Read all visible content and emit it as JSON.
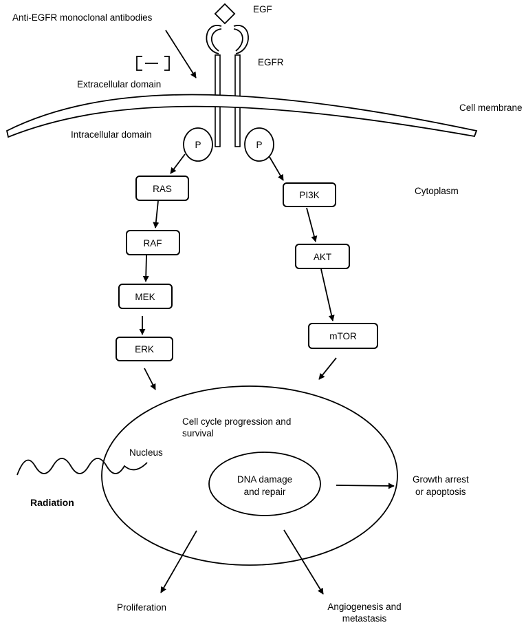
{
  "labels": {
    "egf": "EGF",
    "anti_egfr": "Anti-EGFR monoclonal antibodies",
    "egfr": "EGFR",
    "extracellular": "Extracellular domain",
    "cell_membrane": "Cell membrane",
    "intracellular": "Intracellular domain",
    "cytoplasm": "Cytoplasm",
    "nucleus": "Nucleus",
    "radiation": "Radiation",
    "cell_cycle_line1": "Cell cycle progression and",
    "cell_cycle_line2": "survival",
    "dna_line1": "DNA damage",
    "dna_line2": "and repair",
    "growth_line1": "Growth arrest",
    "growth_line2": "or apoptosis",
    "proliferation": "Proliferation",
    "angio_line1": "Angiogenesis and",
    "angio_line2": "metastasis"
  },
  "phospho": {
    "left": "P",
    "right": "P"
  },
  "pathway_left": [
    "RAS",
    "RAF",
    "MEK",
    "ERK"
  ],
  "pathway_right": [
    "PI3K",
    "AKT",
    "mTOR"
  ]
}
